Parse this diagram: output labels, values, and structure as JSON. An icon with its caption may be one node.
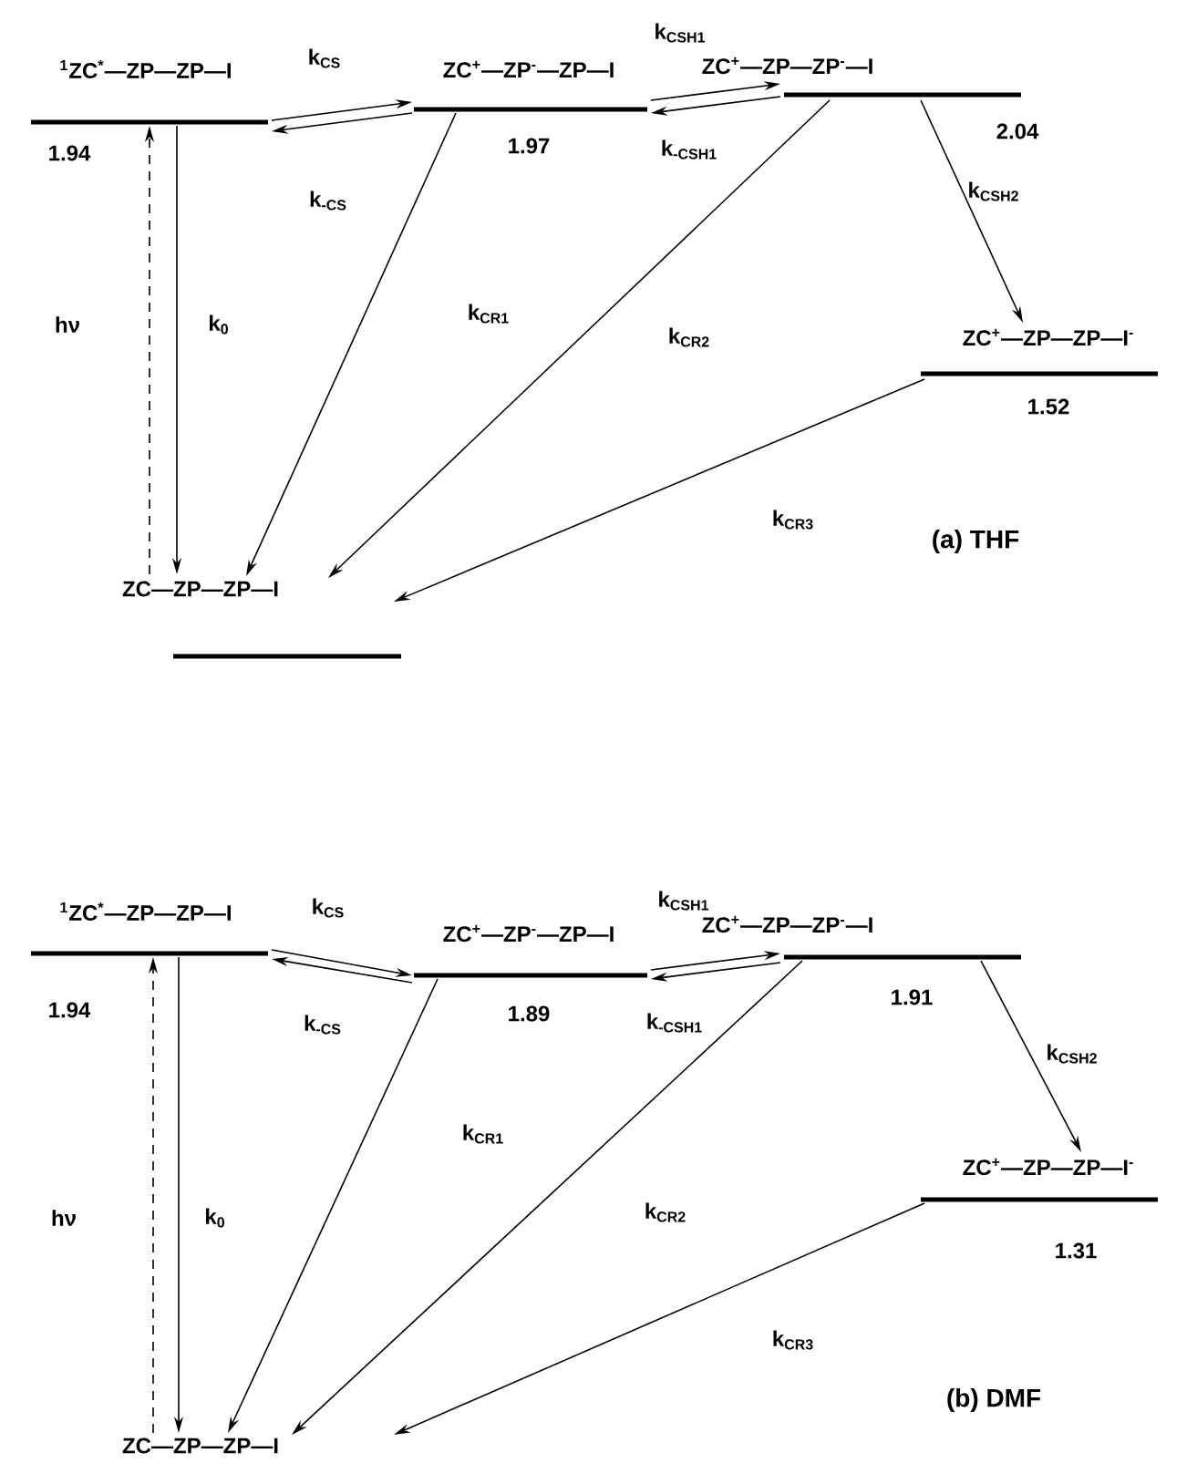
{
  "diagram": {
    "nodes": [
      {
        "text": [
          "$^{1}$ZC$^{*}$—ZP—ZP—I"
        ],
        "beside": [
          "1.94"
        ]
      },
      {
        "text": [
          "ZC$^{+}$—ZP$^{-}$—ZP—I"
        ],
        "beside": [
          "1.97"
        ]
      },
      {
        "text": [
          "ZC$^{+}$—ZP—ZP$^{-}$—I"
        ],
        "beside": [
          "2.04"
        ]
      },
      {
        "text": [
          "ZC$^{+}$—ZP—ZP—I$^{-}$"
        ],
        "beside": [
          "1.52"
        ]
      },
      {
        "text": [
          "ZC—ZP—ZP—I"
        ]
      },
      {
        "text": [
          "$^{1}$ZC$^{*}$—ZP—ZP—I"
        ],
        "beside": [
          "1.94"
        ]
      },
      {
        "text": [
          "ZC$^{+}$—ZP$^{-}$—ZP—I"
        ],
        "beside": [
          "1.89"
        ]
      },
      {
        "text": [
          "ZC$^{+}$—ZP—ZP$^{-}$—I"
        ],
        "beside": [
          "1.91"
        ]
      },
      {
        "text": [
          "ZC$^{+}$—ZP—ZP—I$^{-}$"
        ],
        "beside": [
          "1.31"
        ]
      },
      {
        "text": [
          "ZC—ZP—ZP—I"
        ]
      }
    ],
    "edges": [
      {
        "from": 4,
        "to": 0,
        "arrow": "to",
        "style": "dashed",
        "label": "hν"
      },
      {
        "from": 0,
        "to": 4,
        "arrow": "to",
        "label": "k$_{0}$"
      },
      {
        "from": 0,
        "to": 1,
        "arrow": "to",
        "label": "k$_{CS}$"
      },
      {
        "from": 1,
        "to": 0,
        "arrow": "to",
        "label": "k$_{-CS}$"
      },
      {
        "from": 1,
        "to": 2,
        "arrow": "to",
        "label": "k$_{CSH1}$"
      },
      {
        "from": 2,
        "to": 1,
        "arrow": "to",
        "label": "k$_{-CSH1}$"
      },
      {
        "from": 2,
        "to": 3,
        "arrow": "to",
        "label": "k$_{CSH2}$"
      },
      {
        "from": 1,
        "to": 4,
        "arrow": "to",
        "label": "k$_{CR1}$"
      },
      {
        "from": 2,
        "to": 4,
        "arrow": "to",
        "label": "k$_{CR2}$"
      },
      {
        "from": 3,
        "to": 4,
        "arrow": "to",
        "label": "k$_{CR3}$"
      },
      {
        "from": 9,
        "to": 5,
        "arrow": "to",
        "style": "dashed",
        "label": "hν"
      },
      {
        "from": 5,
        "to": 9,
        "arrow": "to",
        "label": "k$_{0}$"
      },
      {
        "from": 5,
        "to": 6,
        "arrow": "to",
        "label": "k$_{CS}$"
      },
      {
        "from": 6,
        "to": 5,
        "arrow": "to",
        "label": "k$_{-CS}$"
      },
      {
        "from": 6,
        "to": 7,
        "arrow": "to",
        "label": "k$_{CSH1}$"
      },
      {
        "from": 7,
        "to": 6,
        "arrow": "to",
        "label": "k$_{-CSH1}$"
      },
      {
        "from": 7,
        "to": 8,
        "arrow": "to",
        "label": "k$_{CSH2}$"
      },
      {
        "from": 6,
        "to": 9,
        "arrow": "to",
        "label": "k$_{CR1}$"
      },
      {
        "from": 7,
        "to": 9,
        "arrow": "to",
        "label": "k$_{CR2}$"
      },
      {
        "from": 8,
        "to": 9,
        "arrow": "to",
        "label": "k$_{CR3}$"
      }
    ],
    "labels": [
      "(a) THF",
      "(b) DMF"
    ]
  }
}
